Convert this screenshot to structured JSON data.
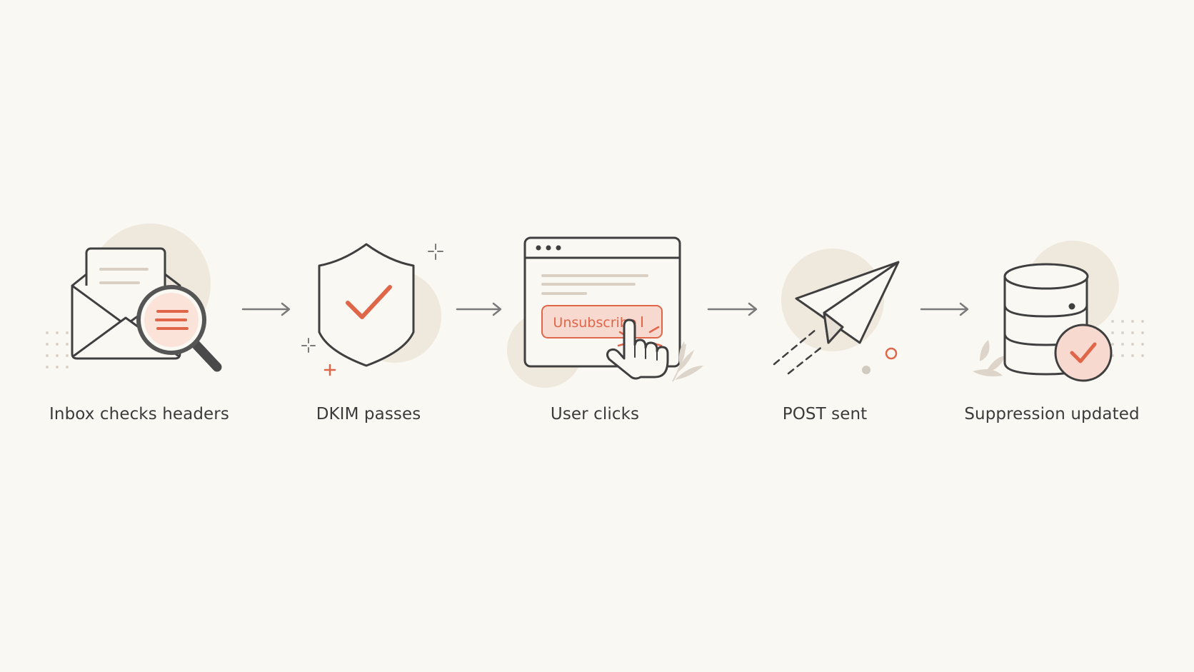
{
  "steps": [
    {
      "label": "Inbox checks headers",
      "icon": "envelope-magnifier-icon"
    },
    {
      "label": "DKIM passes",
      "icon": "shield-check-icon"
    },
    {
      "label": "User clicks",
      "icon": "browser-click-icon"
    },
    {
      "label": "POST sent",
      "icon": "paper-plane-icon"
    },
    {
      "label": "Suppression updated",
      "icon": "database-check-icon"
    }
  ],
  "browser": {
    "button_label": "Unsubscribe"
  },
  "colors": {
    "background": "#faf8f3",
    "line": "#3f3f3f",
    "accent": "#e0664a",
    "accent_fill": "#f8d9cf",
    "blob": "#efe8dd",
    "arrow": "#7a7a7a"
  }
}
